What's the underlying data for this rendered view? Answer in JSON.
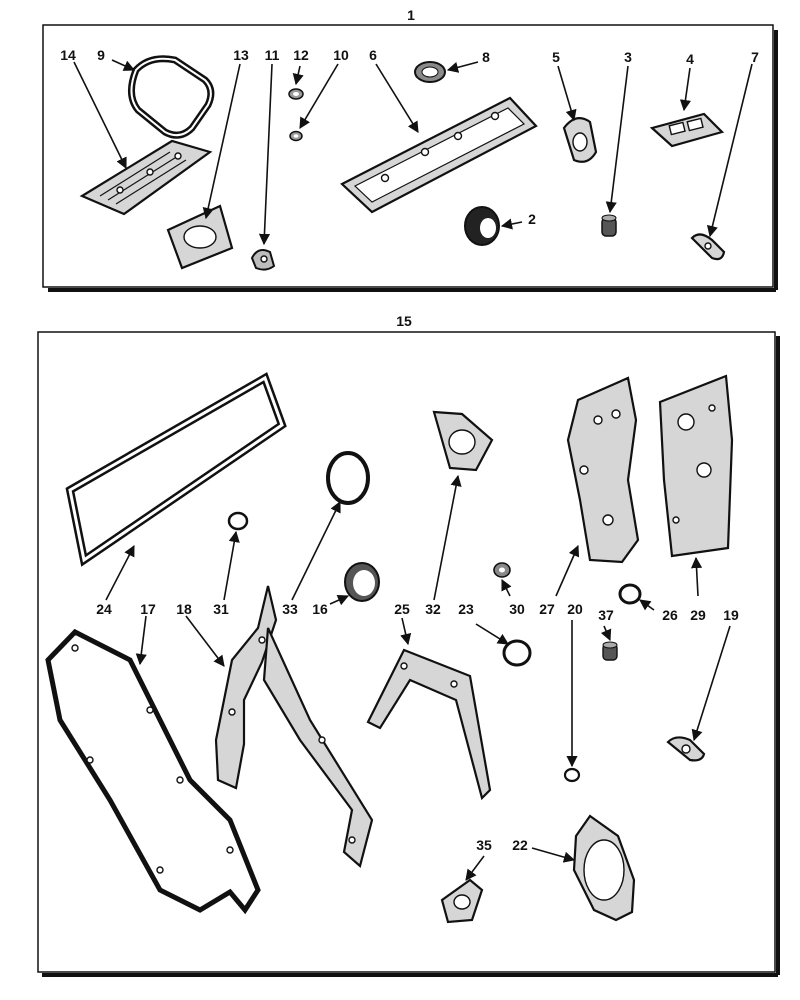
{
  "panel_top": {
    "title": "1",
    "callouts": [
      "14",
      "9",
      "13",
      "11",
      "12",
      "10",
      "6",
      "8",
      "5",
      "3",
      "4",
      "7",
      "2"
    ]
  },
  "panel_bottom": {
    "title": "15",
    "callouts": [
      "24",
      "17",
      "18",
      "31",
      "33",
      "16",
      "25",
      "32",
      "23",
      "30",
      "27",
      "20",
      "37",
      "26",
      "29",
      "19",
      "35",
      "22"
    ]
  }
}
